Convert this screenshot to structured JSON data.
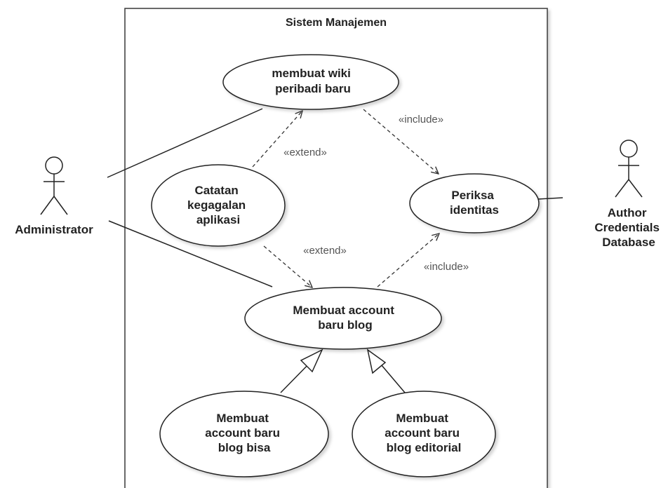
{
  "system": {
    "title": "Sistem Manajemen"
  },
  "actors": {
    "administrator": {
      "label": "Administrator"
    },
    "author_db": {
      "lines": [
        "Author",
        "Credentials",
        "Database"
      ]
    }
  },
  "use_cases": {
    "wiki": {
      "lines": [
        "membuat wiki",
        "peribadi baru"
      ]
    },
    "catatan": {
      "lines": [
        "Catatan",
        "kegagalan",
        "aplikasi"
      ]
    },
    "periksa": {
      "lines": [
        "Periksa",
        "identitas"
      ]
    },
    "account": {
      "lines": [
        "Membuat account",
        "baru blog"
      ]
    },
    "bisa": {
      "lines": [
        "Membuat",
        "account baru",
        "blog bisa"
      ]
    },
    "editorial": {
      "lines": [
        "Membuat",
        "account baru",
        "blog editorial"
      ]
    }
  },
  "relations": {
    "include_top": "«include»",
    "extend_top": "«extend»",
    "extend_bottom": "«extend»",
    "include_bottom": "«include»"
  }
}
